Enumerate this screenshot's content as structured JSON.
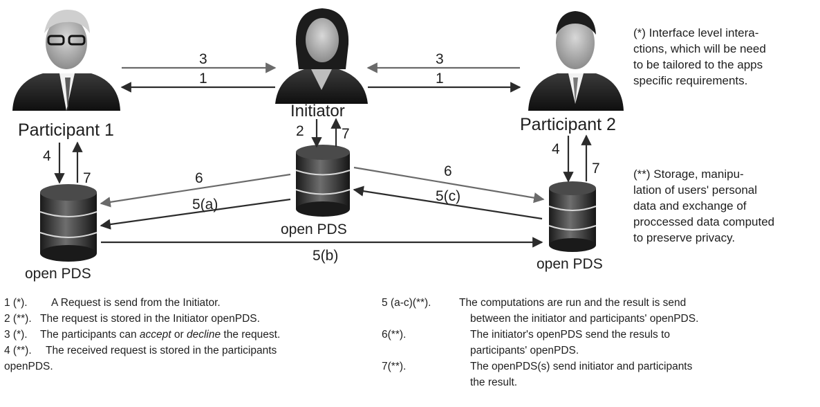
{
  "nodes": {
    "participant1": {
      "label": "Participant 1",
      "pds_label": "open PDS"
    },
    "initiator": {
      "label": "Initiator",
      "pds_label": "open PDS"
    },
    "participant2": {
      "label": "Participant 2",
      "pds_label": "open PDS"
    }
  },
  "edges": {
    "p1_to_init": "3",
    "init_to_p1": "1",
    "p2_to_init": "3",
    "init_to_p2": "1",
    "init_down": "2",
    "init_up": "7",
    "p1_down": "4",
    "p1_up": "7",
    "p2_down": "4",
    "p2_up": "7",
    "initpds_to_p1pds": "6",
    "p1pds_to_initpds": "5(a)",
    "initpds_to_p2pds": "6",
    "p2pds_to_initpds": "5(c)",
    "p1pds_to_p2pds": "5(b)"
  },
  "notes": {
    "interface": [
      "(*) Interface level intera-",
      "ctions, which will be need",
      "to be tailored to the apps",
      "specific requirements."
    ],
    "storage": [
      "(**) Storage, manipu-",
      "lation of users' personal",
      "data and exchange of",
      "proccessed data computed",
      "to preserve privacy."
    ]
  },
  "legend_left": [
    {
      "key": "1 (*).",
      "text": "A Request is send from the Initiator."
    },
    {
      "key": "2 (**).",
      "text": "The request is stored in the Initiator openPDS."
    },
    {
      "key": "3 (*).",
      "pre": "The participants can ",
      "em1": "accept",
      "mid": " or ",
      "em2": "decline",
      "post": " the request."
    },
    {
      "key": "4 (**).",
      "text": "The received request is stored in the participants"
    },
    {
      "key": "openPDS.",
      "text": ""
    }
  ],
  "legend_right": [
    {
      "key": "5 (a-c)(**).",
      "text": "The computations are run and the result is send"
    },
    {
      "key": "",
      "text": "between the initiator and participants' openPDS."
    },
    {
      "key": "6(**).",
      "text": "The initiator's openPDS send the resuls to"
    },
    {
      "key": "",
      "text": "participants'  openPDS."
    },
    {
      "key": "7(**).",
      "text": "The openPDS(s) send initiator and participants"
    },
    {
      "key": "",
      "text": "the result."
    }
  ]
}
